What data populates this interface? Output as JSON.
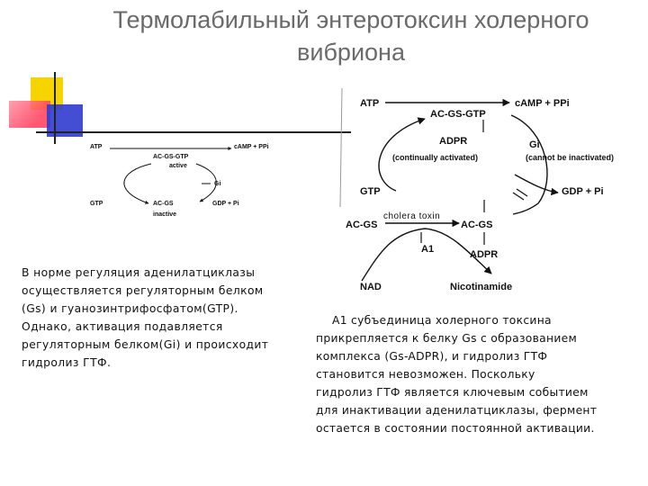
{
  "title": {
    "line1": "Термолабильный энтеротоксин холерного",
    "line2": "вибриона"
  },
  "left_diagram": {
    "atp": "ATP",
    "camp": "cAMP + PPi",
    "acgsgtp": "AC-GS-GTP",
    "active": "active",
    "gi": "Gi",
    "gtp": "GTP",
    "acgs": "AC-GS",
    "inactive": "inactive",
    "gdp": "GDP + Pi"
  },
  "right_diagram": {
    "atp": "ATP",
    "camp": "cAMP + PPi",
    "acgsgtp": "AC-GS-GTP",
    "adpr1": "ADPR",
    "continually": "(continually activated)",
    "gi": "Gi",
    "cannot": "(cannot be inactivated)",
    "gtp": "GTP",
    "gdp": "GDP + Pi",
    "cholera": "cholera toxin",
    "acgs_left": "AC-GS",
    "acgs_right": "AC-GS",
    "a1": "A1",
    "adpr2": "ADPR",
    "nad": "NAD",
    "nicotinamide": "Nicotinamide"
  },
  "left_text": [
    "В норме регуляция аденилатциклазы",
    "осуществляется регуляторным белком",
    "(Gs) и гуанозинтрифосфатом(GTP).",
    "Однако, активация подавляется",
    "регуляторным белком(Gi) и происходит",
    "гидролиз ГТФ."
  ],
  "right_text": [
    "А1 субъединица холерного токсина",
    "прикрепляется к белку Gs с образованием",
    "комплекса (Gs-ADPR), и гидролиз ГТФ",
    "становится невозможен. Поскольку",
    "гидролиз ГТФ является ключевым событием",
    "для инактивации аденилатциклазы, фермент",
    "остается в состоянии постоянной активации."
  ]
}
